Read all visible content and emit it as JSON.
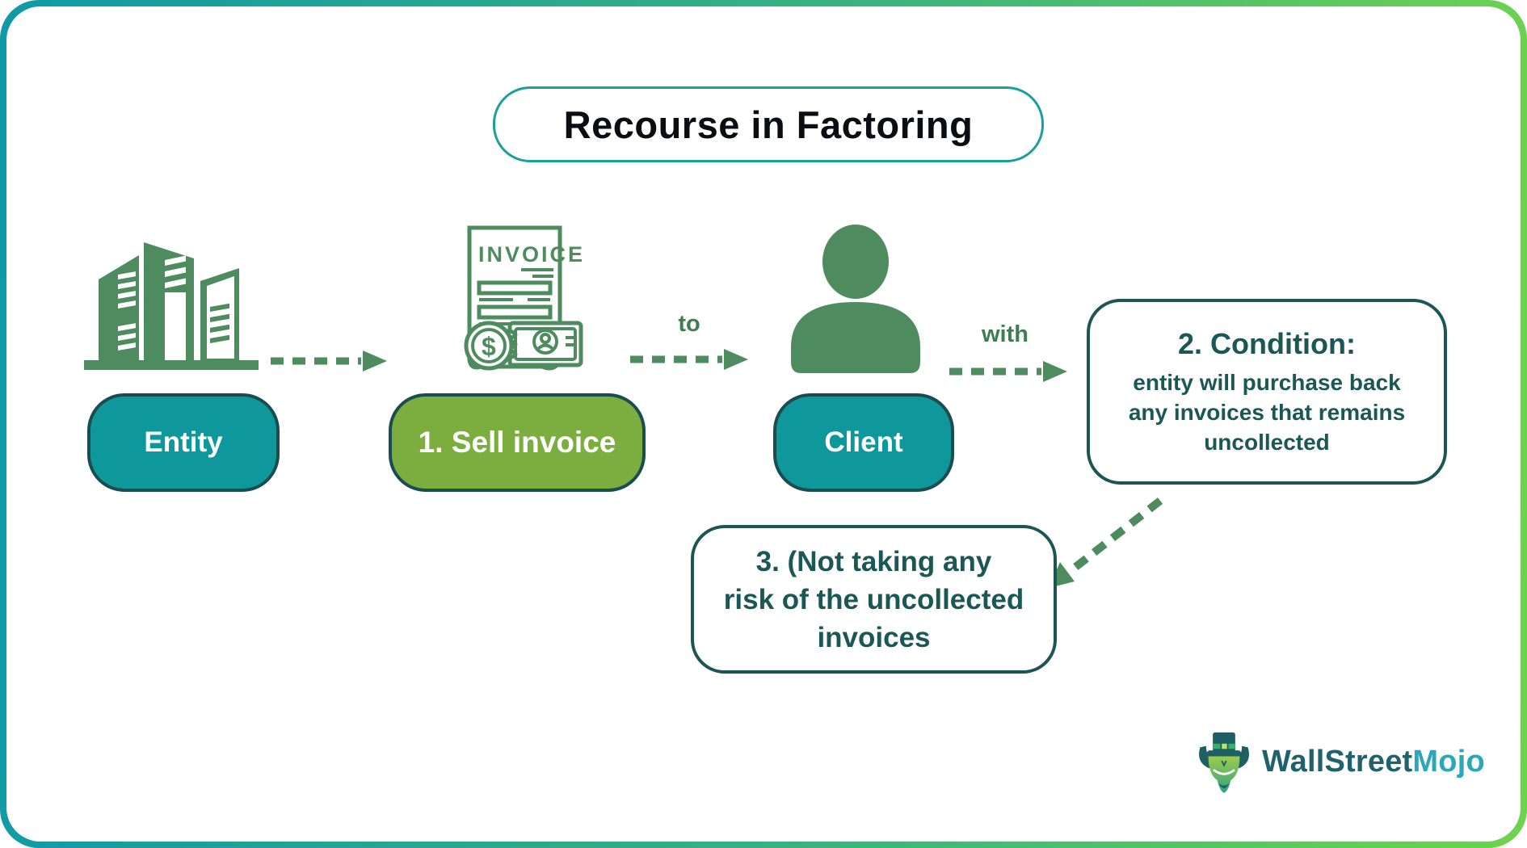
{
  "title": "Recourse in Factoring",
  "nodes": {
    "entity": {
      "label": "Entity"
    },
    "sell_invoice": {
      "label": "1. Sell invoice"
    },
    "client": {
      "label": "Client"
    }
  },
  "arrow_labels": {
    "to": "to",
    "with": "with"
  },
  "condition_box": {
    "heading": "2. Condition:",
    "lines": [
      "entity will purchase back",
      "any invoices that remains",
      "uncollected"
    ]
  },
  "risk_box": {
    "lines": [
      "3. (Not taking any",
      "risk of the uncollected",
      "invoices"
    ]
  },
  "invoice_icon_label": "INVOICE",
  "logo": {
    "brand_primary": "WallStreet",
    "brand_secondary": "Mojo"
  },
  "colors": {
    "teal_pill": "#0f989b",
    "green_pill": "#7cad3f",
    "pill_border": "#1b4d50",
    "box_border": "#1d5556",
    "box_text": "#1b5754",
    "icon_green": "#4e8b5e",
    "arrow_green": "#4e8b5e",
    "arrow_label_green": "#3e7d51",
    "title_border": "#1a9f9f",
    "frame_gradient_start": "#0f9aa6",
    "frame_gradient_end": "#6fd350",
    "logo_primary": "#20626b",
    "logo_secondary": "#2aa6bd"
  }
}
